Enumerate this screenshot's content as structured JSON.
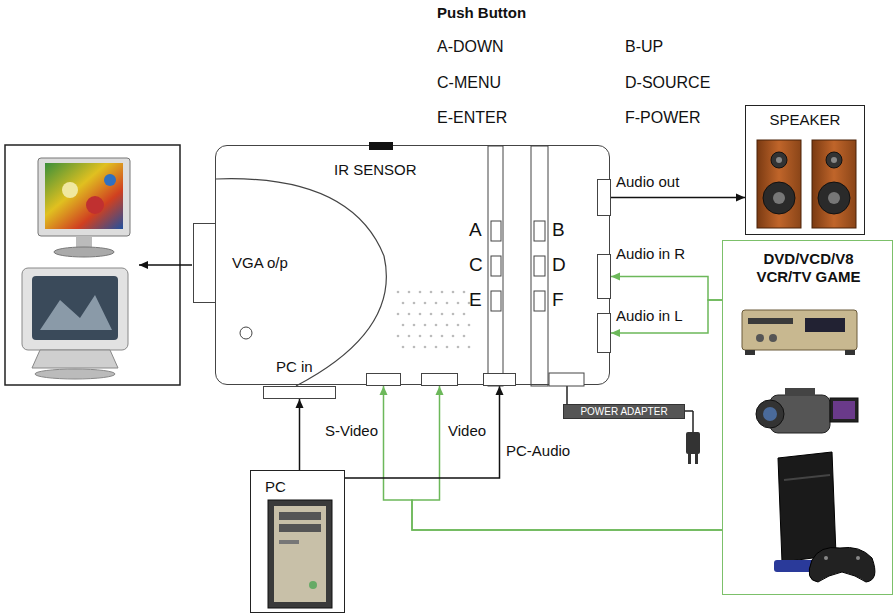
{
  "diagram": {
    "nodes": [
      {
        "text": [
          "IR SENSOR"
        ]
      },
      {
        "text": [
          "VGA o/p"
        ],
        "in": 0
      },
      {
        "text": [
          "PC in"
        ],
        "in": 0
      },
      {
        "text": [
          "S-Video"
        ],
        "in": 0
      },
      {
        "text": [
          "Video"
        ],
        "in": 0
      },
      {
        "text": [
          "PC-Audio"
        ],
        "in": 0
      },
      {
        "text": [
          "Audio out"
        ],
        "in": 0
      },
      {
        "text": [
          "Audio in R"
        ],
        "in": 0
      },
      {
        "text": [
          "Audio in L"
        ],
        "in": 0
      },
      {
        "text": [
          "POWER ADAPTER"
        ]
      },
      {
        "text": [
          "SPEAKER"
        ]
      },
      {
        "text": [
          "DVD/VCD/V8 VCR/TV GAME"
        ]
      },
      {
        "text": [
          "PC"
        ]
      }
    ],
    "edges": [
      {
        "from": 6,
        "to": 10,
        "arrow": "to"
      },
      {
        "from": 11,
        "to": 7,
        "arrow": "to"
      },
      {
        "from": 11,
        "to": 8,
        "arrow": "to"
      },
      {
        "from": 11,
        "to": 3,
        "arrow": "to"
      },
      {
        "from": 11,
        "to": 4,
        "arrow": "to"
      },
      {
        "from": 12,
        "to": 2,
        "arrow": "to"
      },
      {
        "from": 12,
        "to": 5,
        "arrow": "to"
      },
      {
        "from": 0,
        "to": 9,
        "arrow": "none"
      }
    ],
    "labels": [
      "Push Button",
      "A-DOWN",
      "B-UP",
      "C-MENU",
      "D-SOURCE",
      "E-ENTER",
      "F-POWER",
      "A",
      "B",
      "C",
      "D",
      "E",
      "F"
    ]
  }
}
